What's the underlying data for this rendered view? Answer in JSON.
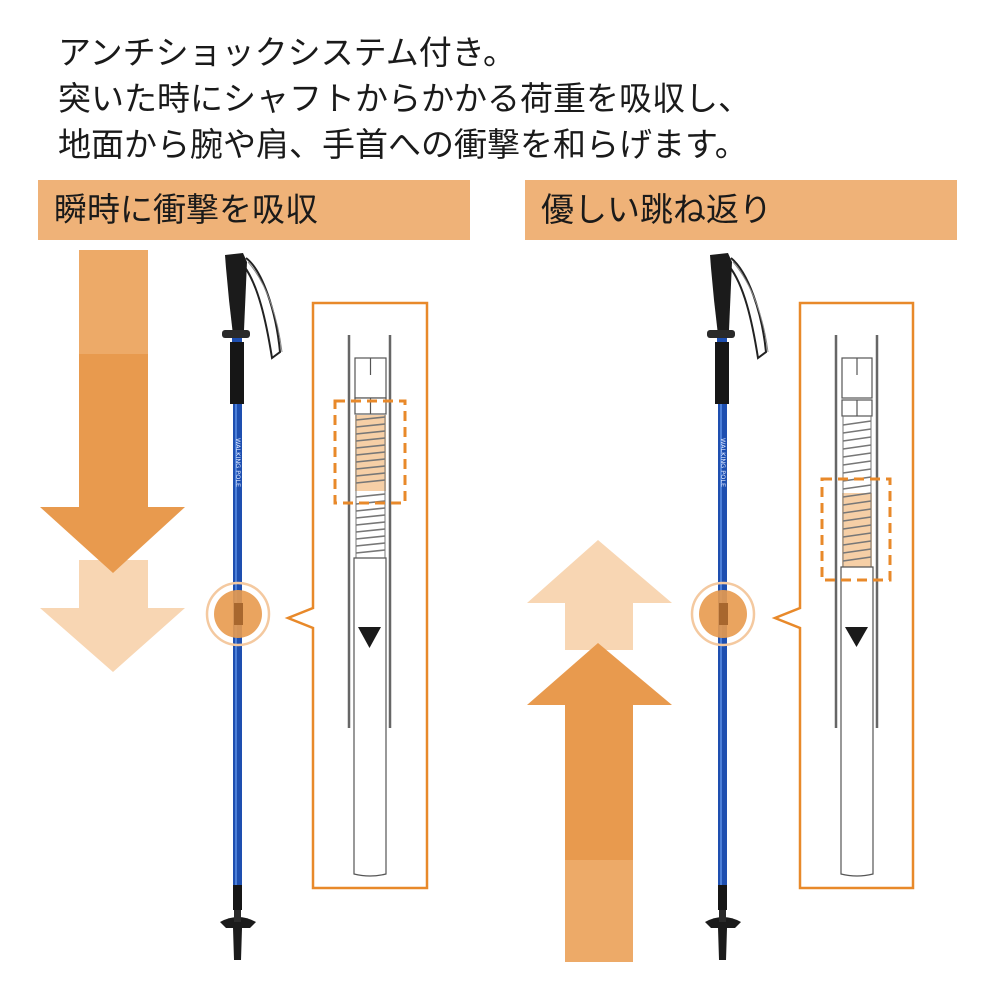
{
  "intro": {
    "lines": [
      "アンチショックシステム付き。",
      "突いた時にシャフトからかかる荷重を吸収し、",
      "地面から腕や肩、手首への衝撃を和らげます。"
    ]
  },
  "panels": [
    {
      "title": "瞬時に衝撃を吸収",
      "arrow_direction": "down",
      "pole_label": "WALKING POLE"
    },
    {
      "title": "優しい跳ね返り",
      "arrow_direction": "up",
      "pole_label": "WALKING POLE"
    }
  ],
  "colors": {
    "header_bg": "#EFB278",
    "arrow_dark": "#E89A4E",
    "arrow_mid": "#EDAA68",
    "arrow_light": "#F8D6B3",
    "callout_border": "#E8892A",
    "pole_blue": "#1E4FB0",
    "spring_shade": "#F6CFA6"
  }
}
